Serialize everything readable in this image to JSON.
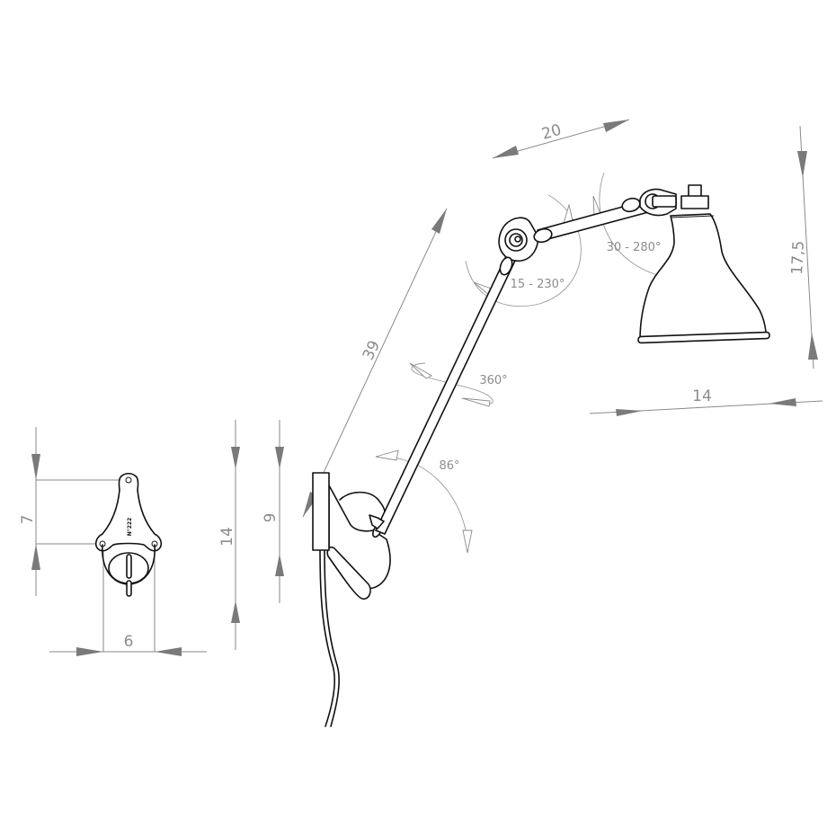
{
  "drawing": {
    "subject": "Wall-mounted articulated lamp (two-arm) — dimension drawing",
    "colors": {
      "background": "#ffffff",
      "ink": "#111111",
      "dimension": "#8a8a8a",
      "dimension_arrow": "#7a7a7a"
    },
    "wall_plate_view": {
      "plate_marking": "N°222",
      "dimensions": {
        "height_label": "7",
        "width_label": "6"
      }
    },
    "side_view": {
      "dimensions": {
        "overall_height_label": "14",
        "mount_height_label": "9",
        "lower_arm_label": "39",
        "upper_arm_label": "20",
        "shade_height_label": "17,5",
        "shade_width_label": "14"
      },
      "angles": {
        "base_pivot": "86°",
        "arm_rotation": "360°",
        "elbow": "15 - 230°",
        "shade_joint": "30 - 280°"
      }
    }
  }
}
